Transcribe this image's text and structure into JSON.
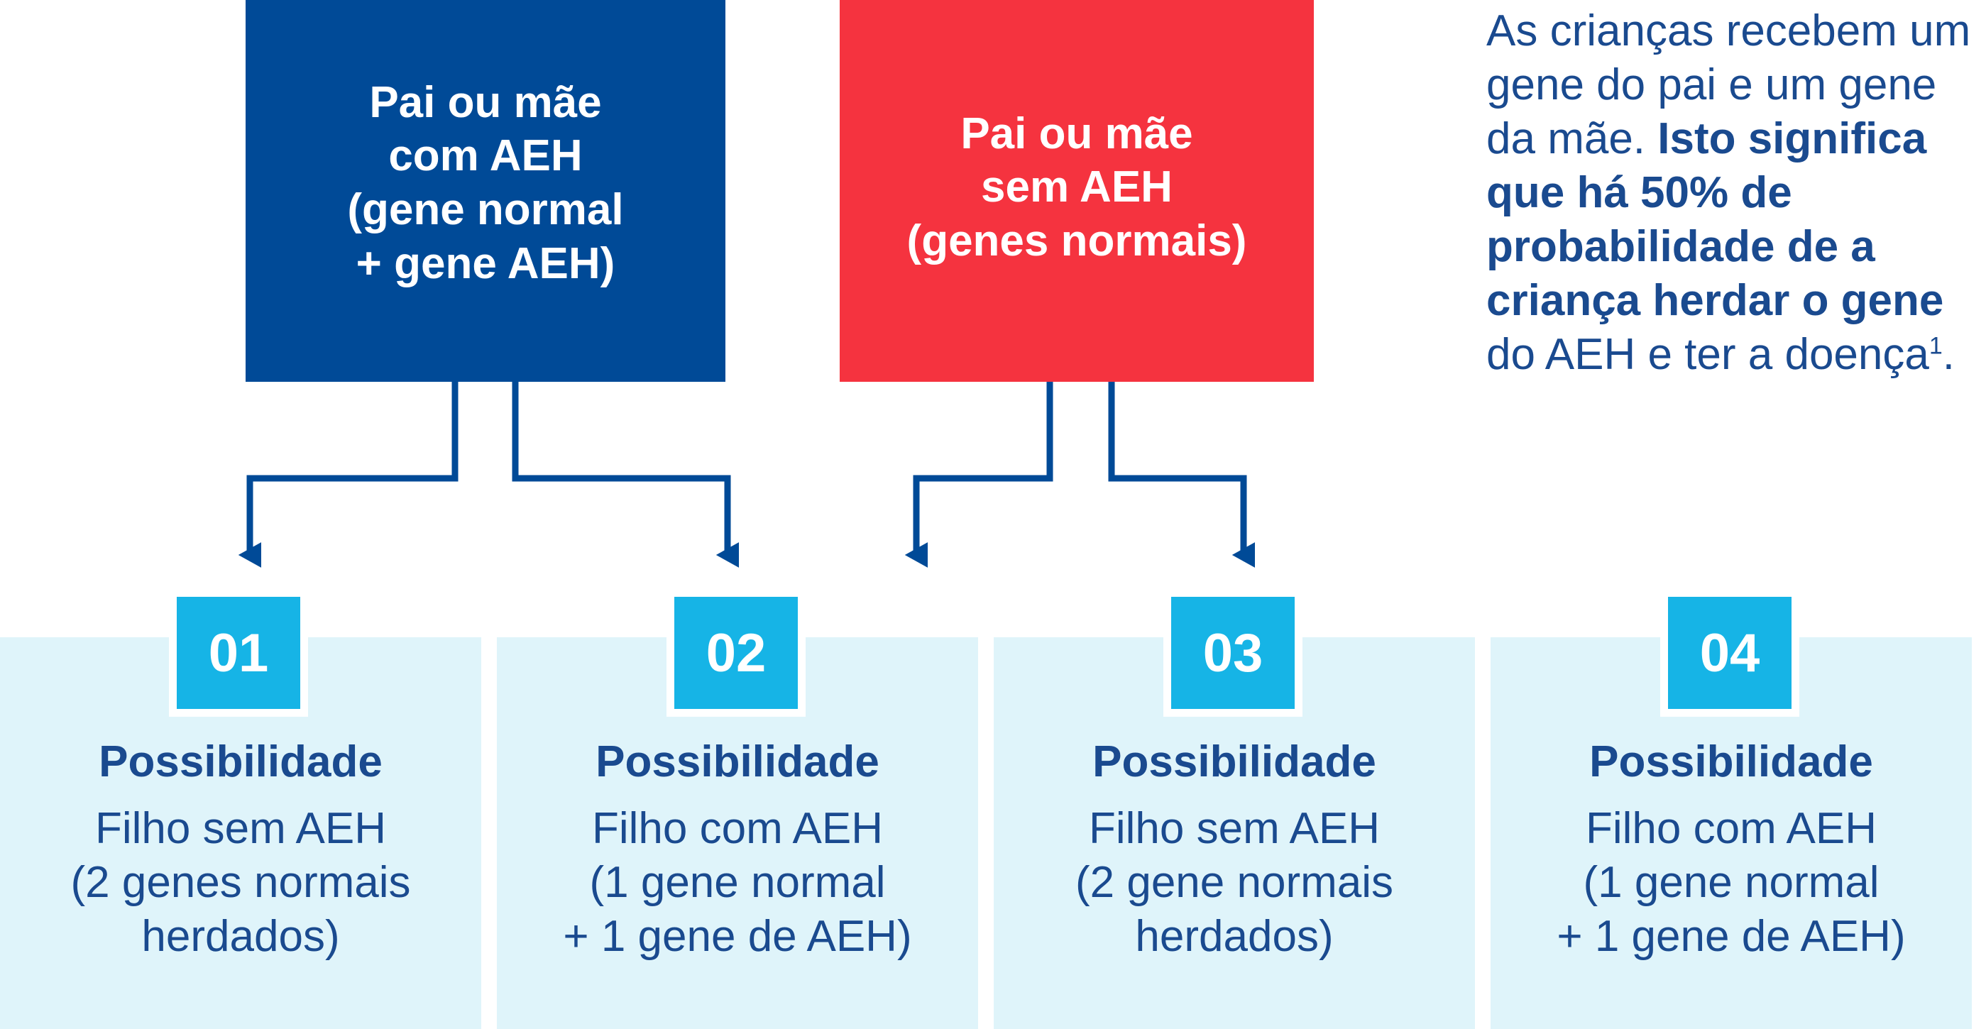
{
  "colors": {
    "navy": "#004a97",
    "red": "#f5333f",
    "cyan": "#16b4e6",
    "panel": "#dff4fa",
    "text_blue": "#1a4a8f"
  },
  "parents": {
    "with_aeh": {
      "lines": [
        "Pai ou mãe",
        "com AEH",
        "(gene normal",
        "+ gene AEH)"
      ]
    },
    "without_aeh": {
      "lines": [
        "Pai ou mãe",
        "sem AEH",
        "(genes normais)"
      ]
    }
  },
  "note": {
    "intro": "As crianças recebem um gene do pai e um gene da mãe. ",
    "bold": "Isto significa que há 50% de probabilidade de a criança herdar o gene",
    "outro": " do AEH e ter a doença",
    "ref": "1",
    "end": "."
  },
  "outcomes": [
    {
      "number": "01",
      "title": "Possibilidade",
      "lines": [
        "Filho sem AEH",
        "(2 genes normais",
        "herdados)"
      ]
    },
    {
      "number": "02",
      "title": "Possibilidade",
      "lines": [
        "Filho com AEH",
        "(1 gene normal",
        "+ 1 gene de AEH)"
      ]
    },
    {
      "number": "03",
      "title": "Possibilidade",
      "lines": [
        "Filho sem AEH",
        "(2 gene normais",
        "herdados)"
      ]
    },
    {
      "number": "04",
      "title": "Possibilidade",
      "lines": [
        "Filho com AEH",
        "(1 gene normal",
        "+ 1 gene de AEH)"
      ]
    }
  ]
}
